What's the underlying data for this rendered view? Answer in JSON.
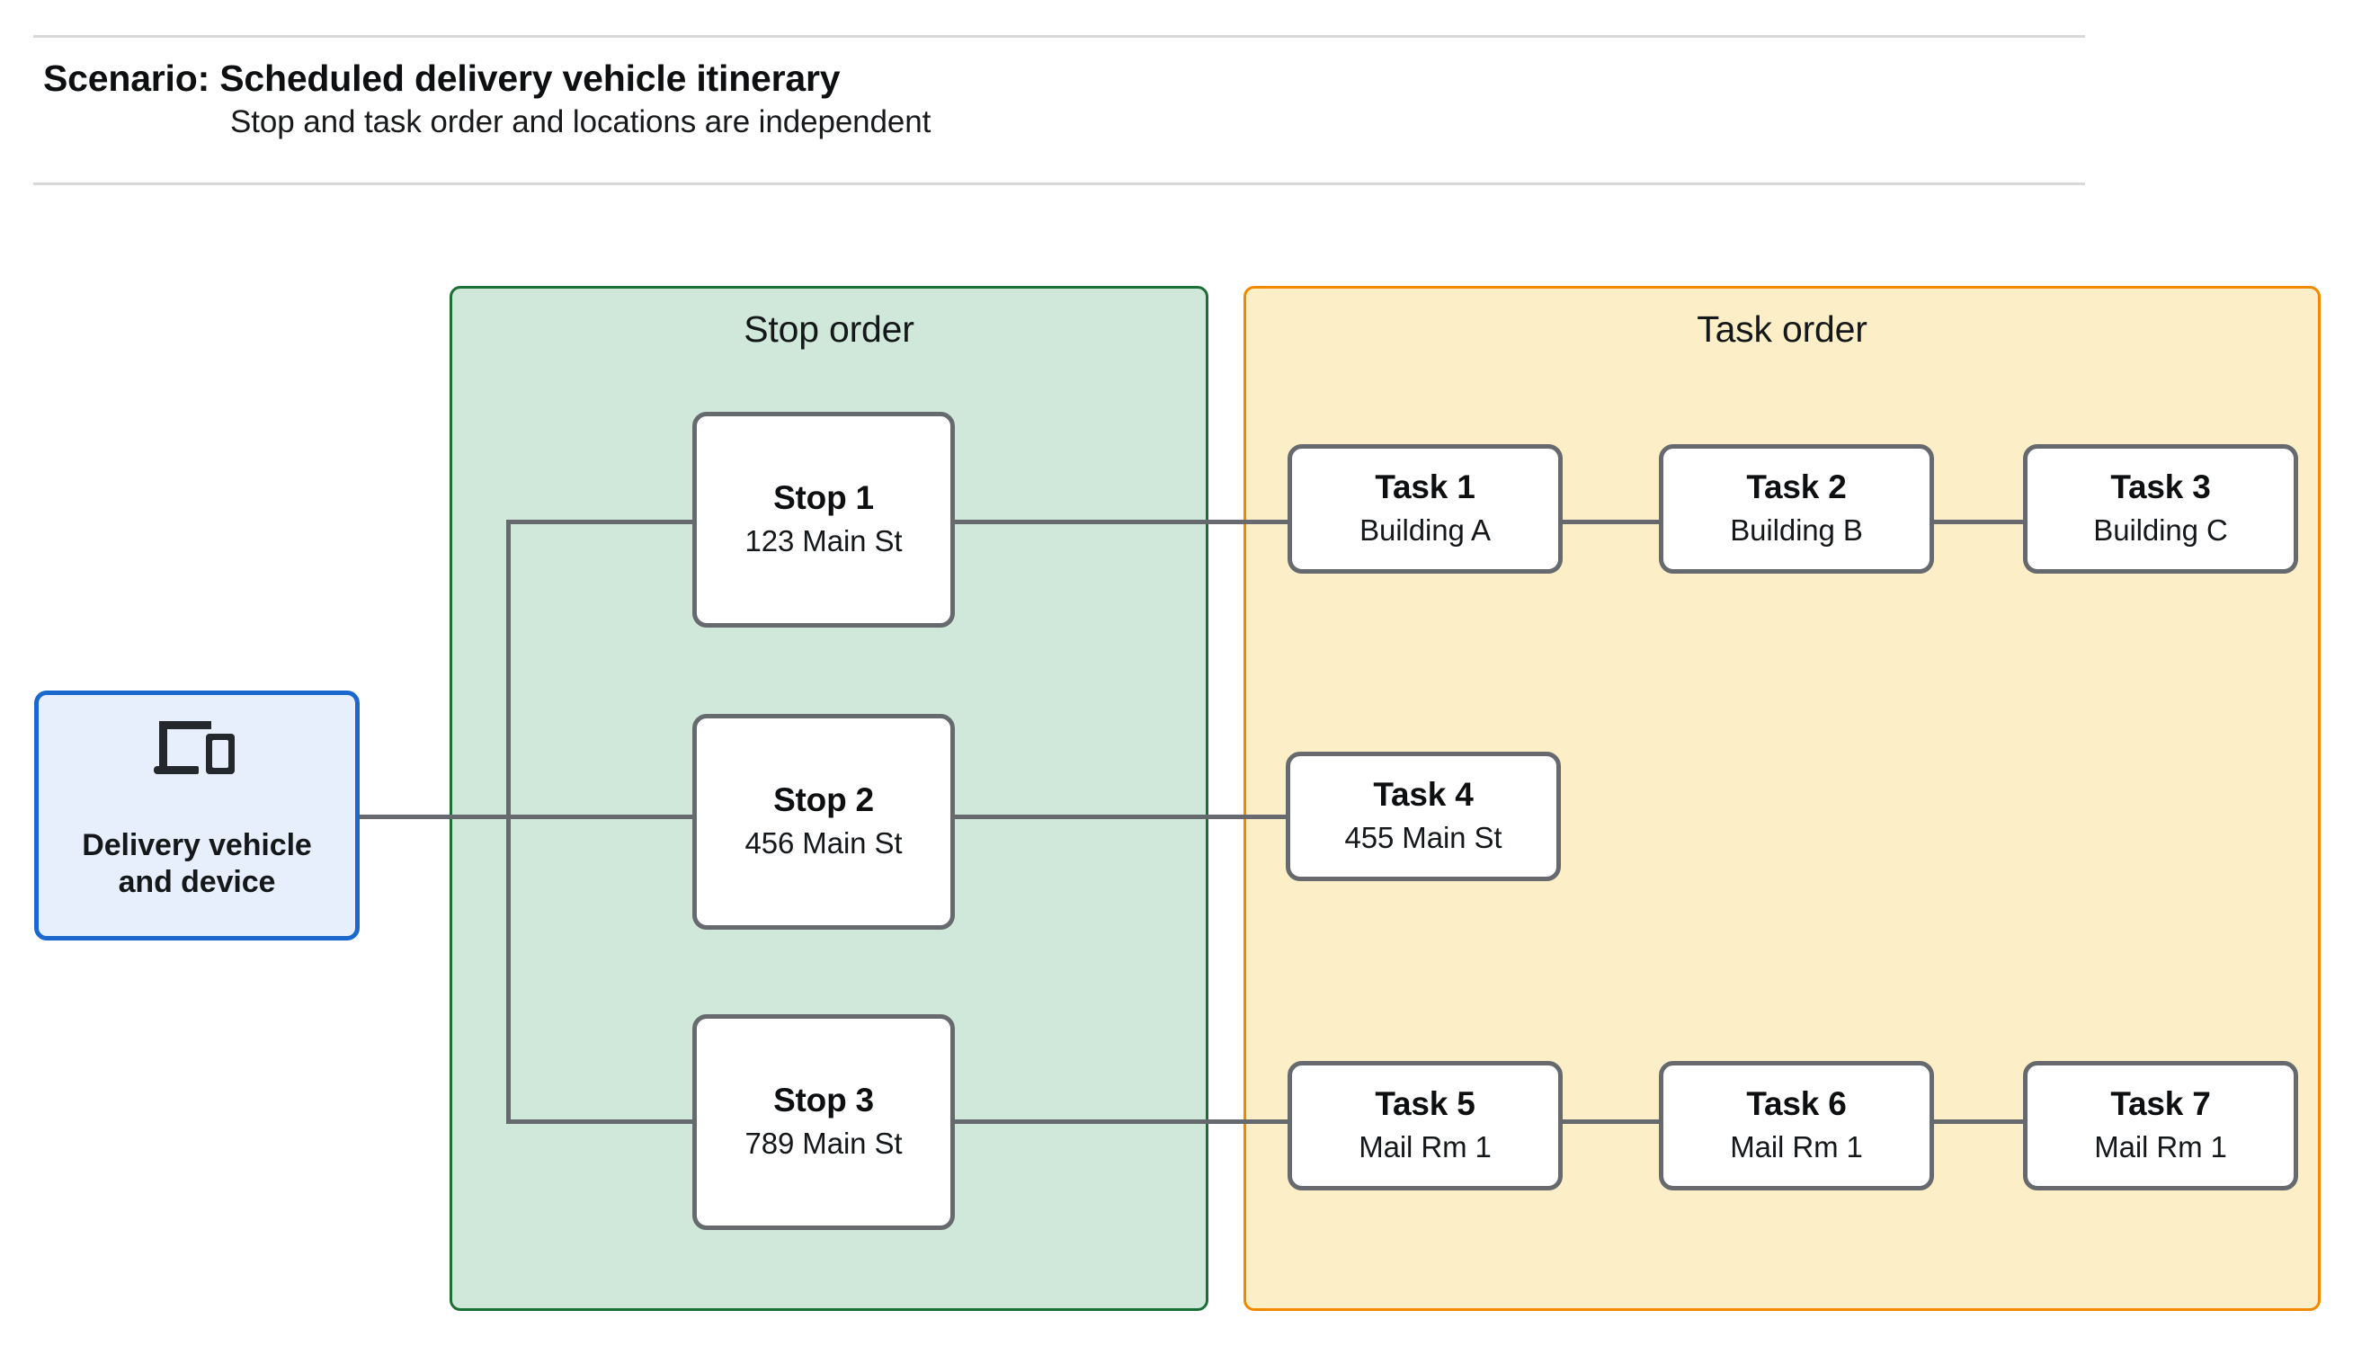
{
  "header": {
    "title": "Scenario: Scheduled delivery vehicle itinerary",
    "subtitle": "Stop and task order and locations are independent"
  },
  "device": {
    "icon": "devices-icon",
    "label_line1": "Delivery vehicle",
    "label_line2": "and device"
  },
  "stop_panel": {
    "title": "Stop order",
    "stops": [
      {
        "title": "Stop 1",
        "address": "123 Main St"
      },
      {
        "title": "Stop 2",
        "address": "456 Main St"
      },
      {
        "title": "Stop 3",
        "address": "789 Main St"
      }
    ]
  },
  "task_panel": {
    "title": "Task order",
    "tasks": [
      {
        "title": "Task 1",
        "location": "Building A"
      },
      {
        "title": "Task 2",
        "location": "Building B"
      },
      {
        "title": "Task 3",
        "location": "Building C"
      },
      {
        "title": "Task 4",
        "location": "455 Main St"
      },
      {
        "title": "Task 5",
        "location": "Mail Rm 1"
      },
      {
        "title": "Task 6",
        "location": "Mail Rm 1"
      },
      {
        "title": "Task 7",
        "location": "Mail Rm 1"
      }
    ]
  },
  "colors": {
    "device_border": "#1a67ce",
    "device_fill": "#e8effc",
    "stop_panel_border": "#1b6e36",
    "stop_panel_fill": "#cfe8d9",
    "task_panel_border": "#ef8a00",
    "task_panel_fill": "#fcefc7",
    "node_border": "#666a6e",
    "connector": "#666a6e",
    "rule": "#d8d8d8"
  }
}
